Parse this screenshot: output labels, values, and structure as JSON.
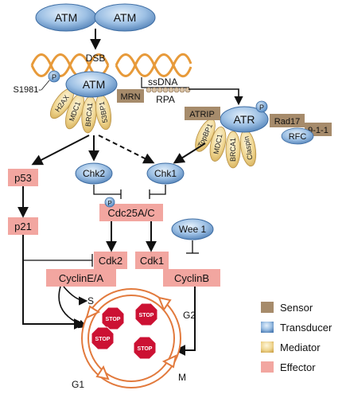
{
  "colors": {
    "sensor": "#a68b6b",
    "transducer_light": "#cfe2f4",
    "transducer_dark": "#5e8fc2",
    "mediator_light": "#f8ecc4",
    "mediator_dark": "#d8b967",
    "effector": "#f2a6a0",
    "dna": "#e79a3a",
    "stop": "#cc1133",
    "arrow": "#111111",
    "cycle": "#e27a3d"
  },
  "nodes": {
    "atm_dimer_left": "ATM",
    "atm_dimer_right": "ATM",
    "dsb": "DSB",
    "atm_active": "ATM",
    "phospho_site": "S1981-",
    "p_symbol": "P",
    "h2ax": "H2AX",
    "mdc1": "MDC1",
    "brca1": "BRCA1",
    "bp53": "53BP1",
    "mrn": "MRN",
    "ssdna": "ssDNA",
    "rpa": "RPA",
    "atrip": "ATRIP",
    "atr": "ATR",
    "topbp1": "TopBP1",
    "mdc1_atr": "MDC1",
    "brca1_atr": "BRCA1",
    "claspin": "Claspin",
    "rad17": "Rad17",
    "nine_one_one": "9-1-1",
    "rfc": "RFC",
    "p53": "p53",
    "chk2": "Chk2",
    "chk1": "Chk1",
    "cdc25": "Cdc25A/C",
    "wee1": "Wee 1",
    "p21": "p21",
    "cdk2": "Cdk2",
    "cdk1": "Cdk1",
    "cyclin_ea": "CyclinE/A",
    "cyclin_b": "CyclinB",
    "phase_s": "S",
    "phase_g2": "G2",
    "phase_m": "M",
    "phase_g1": "G1",
    "stop_label": "STOP"
  },
  "legend": [
    {
      "key": "sensor",
      "label": "Sensor"
    },
    {
      "key": "transducer",
      "label": "Transducer"
    },
    {
      "key": "mediator",
      "label": "Mediator"
    },
    {
      "key": "effector",
      "label": "Effector"
    }
  ]
}
